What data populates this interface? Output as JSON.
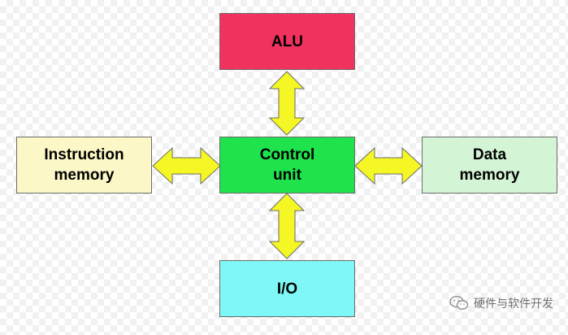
{
  "diagram": {
    "nodes": {
      "alu": {
        "label": "ALU",
        "color": "#f0325e"
      },
      "control": {
        "label": "Control\nunit",
        "color": "#1ee34c"
      },
      "instruction": {
        "label": "Instruction\nmemory",
        "color": "#fbf7c6"
      },
      "data": {
        "label": "Data\nmemory",
        "color": "#d3f5d6"
      },
      "io": {
        "label": "I/O",
        "color": "#7ff7f7"
      }
    },
    "arrow_color": "#f4f723",
    "edges": [
      {
        "from": "control",
        "to": "alu",
        "direction": "bidirectional"
      },
      {
        "from": "control",
        "to": "instruction",
        "direction": "bidirectional"
      },
      {
        "from": "control",
        "to": "data",
        "direction": "bidirectional"
      },
      {
        "from": "control",
        "to": "io",
        "direction": "bidirectional"
      }
    ]
  },
  "watermark": {
    "text": "硬件与软件开发",
    "icon": "wechat-icon"
  }
}
